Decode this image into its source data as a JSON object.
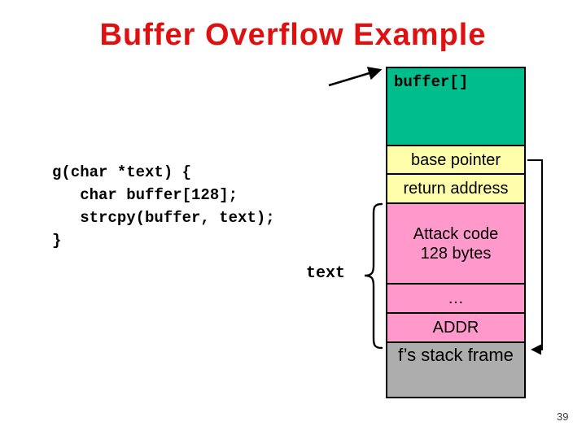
{
  "slide": {
    "title": "Buffer Overflow Example",
    "page_number": "39"
  },
  "code": {
    "text": "g(char *text) {\n   char buffer[128];\n   strcpy(buffer, text);\n}"
  },
  "diagram": {
    "pointer_label": "text",
    "cells": [
      {
        "name": "buffer",
        "label": "buffer[]",
        "color": "#00be8c"
      },
      {
        "name": "base-pointer",
        "label": "base pointer",
        "color": "#ffffab"
      },
      {
        "name": "return-address",
        "label": "return address",
        "color": "#ffffab"
      },
      {
        "name": "attack-code",
        "label": "Attack code\n128 bytes",
        "color": "#ff99cc"
      },
      {
        "name": "ellipsis",
        "label": "…",
        "color": "#ff99cc"
      },
      {
        "name": "addr",
        "label": "ADDR",
        "color": "#ff99cc"
      },
      {
        "name": "stack-frame",
        "label": "f’s stack frame",
        "color": "#adadad"
      }
    ],
    "colors": {
      "title_red": "#e01010",
      "buffer_green": "#00be8c",
      "pointer_yellow": "#ffffab",
      "attack_pink": "#ff99cc",
      "frame_gray": "#adadad",
      "line_black": "#000000"
    }
  }
}
